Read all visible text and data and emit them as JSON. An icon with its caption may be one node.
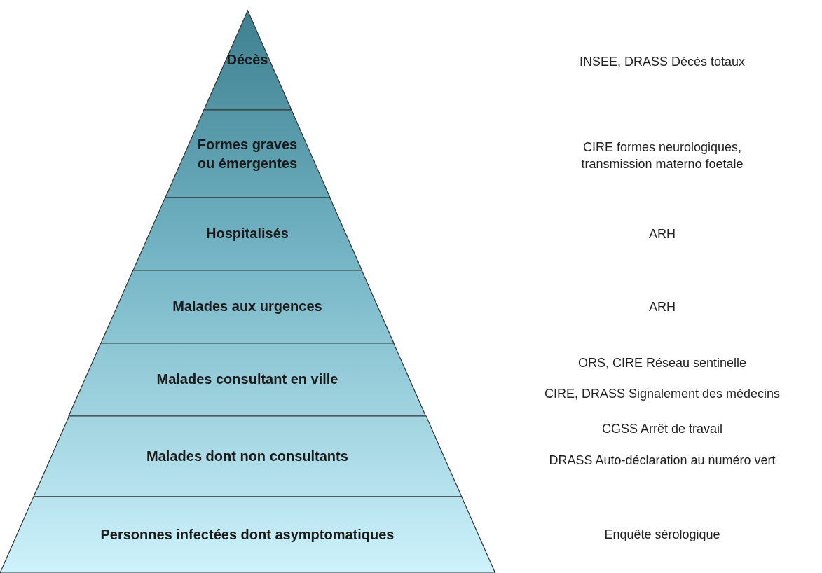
{
  "diagram": {
    "nodes": [
      {
        "text": [
          "Décès"
        ]
      },
      {
        "text": [
          "Formes graves ou émergentes"
        ]
      },
      {
        "text": [
          "Hospitalisés"
        ]
      },
      {
        "text": [
          "Malades aux urgences"
        ]
      },
      {
        "text": [
          "Malades consultant en ville"
        ]
      },
      {
        "text": [
          "Malades dont non consultants"
        ]
      },
      {
        "text": [
          "Personnes infectées dont asymptomatiques"
        ]
      }
    ],
    "labels": [
      "INSEE, DRASS Décès totaux",
      "CIRE formes neurologiques, transmission materno foetale",
      "ARH",
      "ARH",
      "ORS, CIRE Réseau sentinelle",
      "CIRE, DRASS Signalement des médecins",
      "CGSS Arrêt de travail",
      "DRASS Auto-déclaration au numéro vert",
      "Enquête sérologique"
    ]
  }
}
